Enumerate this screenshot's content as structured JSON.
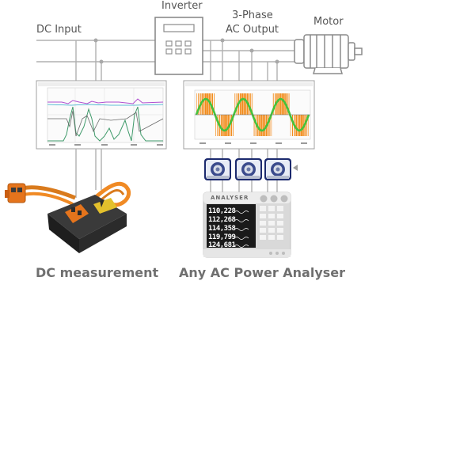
{
  "labels": {
    "dc_input": "DC Input",
    "inverter": "Inverter",
    "three_phase_line1": "3-Phase",
    "three_phase_line2": "AC Output",
    "motor": "Motor"
  },
  "captions": {
    "dc_measurement": "DC measurement",
    "ac_analyser": "Any AC Power Analyser"
  },
  "analyser": {
    "brand": "ANALYSER",
    "readings": [
      "110,228",
      "112,268",
      "114,358",
      "119,799",
      "124,681"
    ]
  },
  "colors": {
    "line": "#b0b0b0",
    "text": "#555555",
    "caption": "#6f6f6f",
    "cable": "#f08a24",
    "dc_box": "#2b2b2b",
    "sine": "#44c23c",
    "pwm": "#f28c1c",
    "trace_green": "#3f9a6a",
    "trace_purple": "#b04fd0",
    "sensor_blue": "#1c2a6e"
  },
  "icons": [
    "inverter-icon",
    "motor-icon",
    "current-clamp-icon",
    "dc-sensor-icon",
    "power-analyser-icon"
  ]
}
